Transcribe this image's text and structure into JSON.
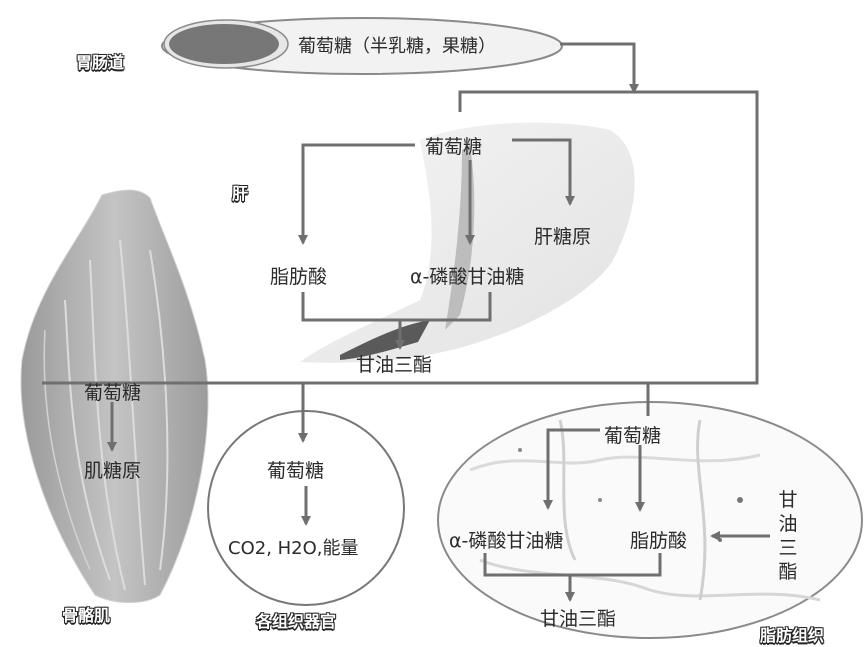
{
  "diagram": {
    "labels": {
      "gut": "胃肠道",
      "liver": "肝",
      "muscle": "骨骼肌",
      "organs": "各组织器官",
      "adipose": "脂肪组织"
    },
    "gut_text": "葡萄糖（半乳糖，果糖）",
    "liver_nodes": {
      "glucose": "葡萄糖",
      "glycogen": "肝糖原",
      "fatty_acid": "脂肪酸",
      "glycerol_p": "α-磷酸甘油糖",
      "tg": "甘油三酯"
    },
    "muscle_nodes": {
      "glucose": "葡萄糖",
      "glycogen": "肌糖原"
    },
    "organ_nodes": {
      "glucose": "葡萄糖",
      "products": "CO2, H2O,能量"
    },
    "adipose_nodes": {
      "glucose": "葡萄糖",
      "glycerol_p": "α-磷酸甘油糖",
      "fatty_acid": "脂肪酸",
      "tg": "甘油三酯",
      "blood_tg": "甘油三酯"
    }
  }
}
